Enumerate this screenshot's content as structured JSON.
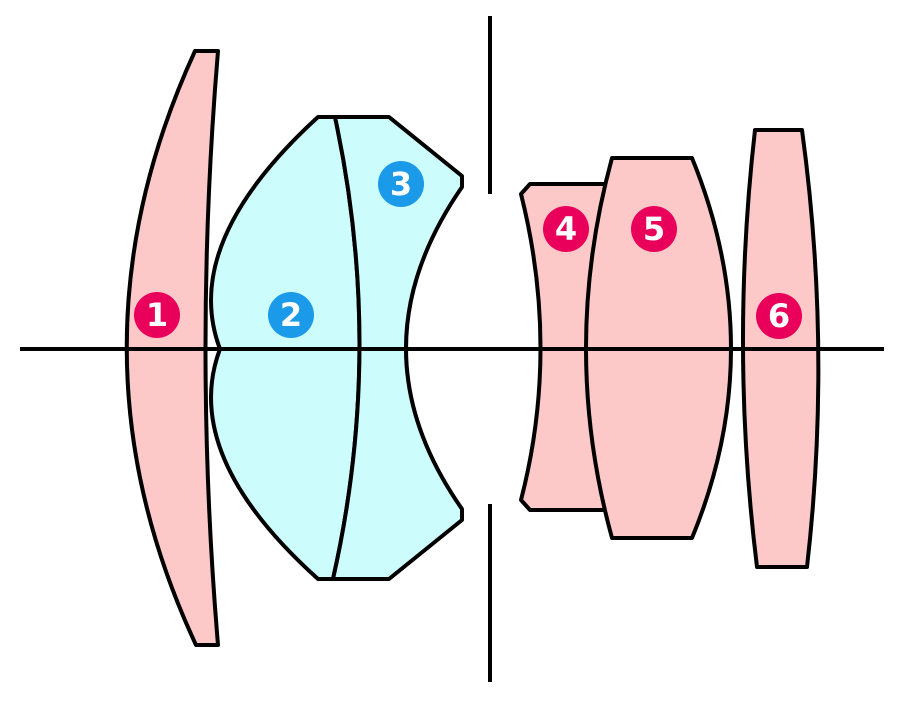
{
  "colors": {
    "background": "#ffffff",
    "outline": "#000000",
    "pink_fill": "#fcc8c8",
    "cyan_fill": "#ccfcfc",
    "pink_label": "#e8005a",
    "blue_label": "#1a9ae8",
    "label_text": "#ffffff"
  },
  "elements": [
    {
      "id": "1",
      "label": "1",
      "group": "pink"
    },
    {
      "id": "2",
      "label": "2",
      "group": "cyan"
    },
    {
      "id": "3",
      "label": "3",
      "group": "cyan"
    },
    {
      "id": "4",
      "label": "4",
      "group": "pink"
    },
    {
      "id": "5",
      "label": "5",
      "group": "pink"
    },
    {
      "id": "6",
      "label": "6",
      "group": "pink"
    }
  ]
}
